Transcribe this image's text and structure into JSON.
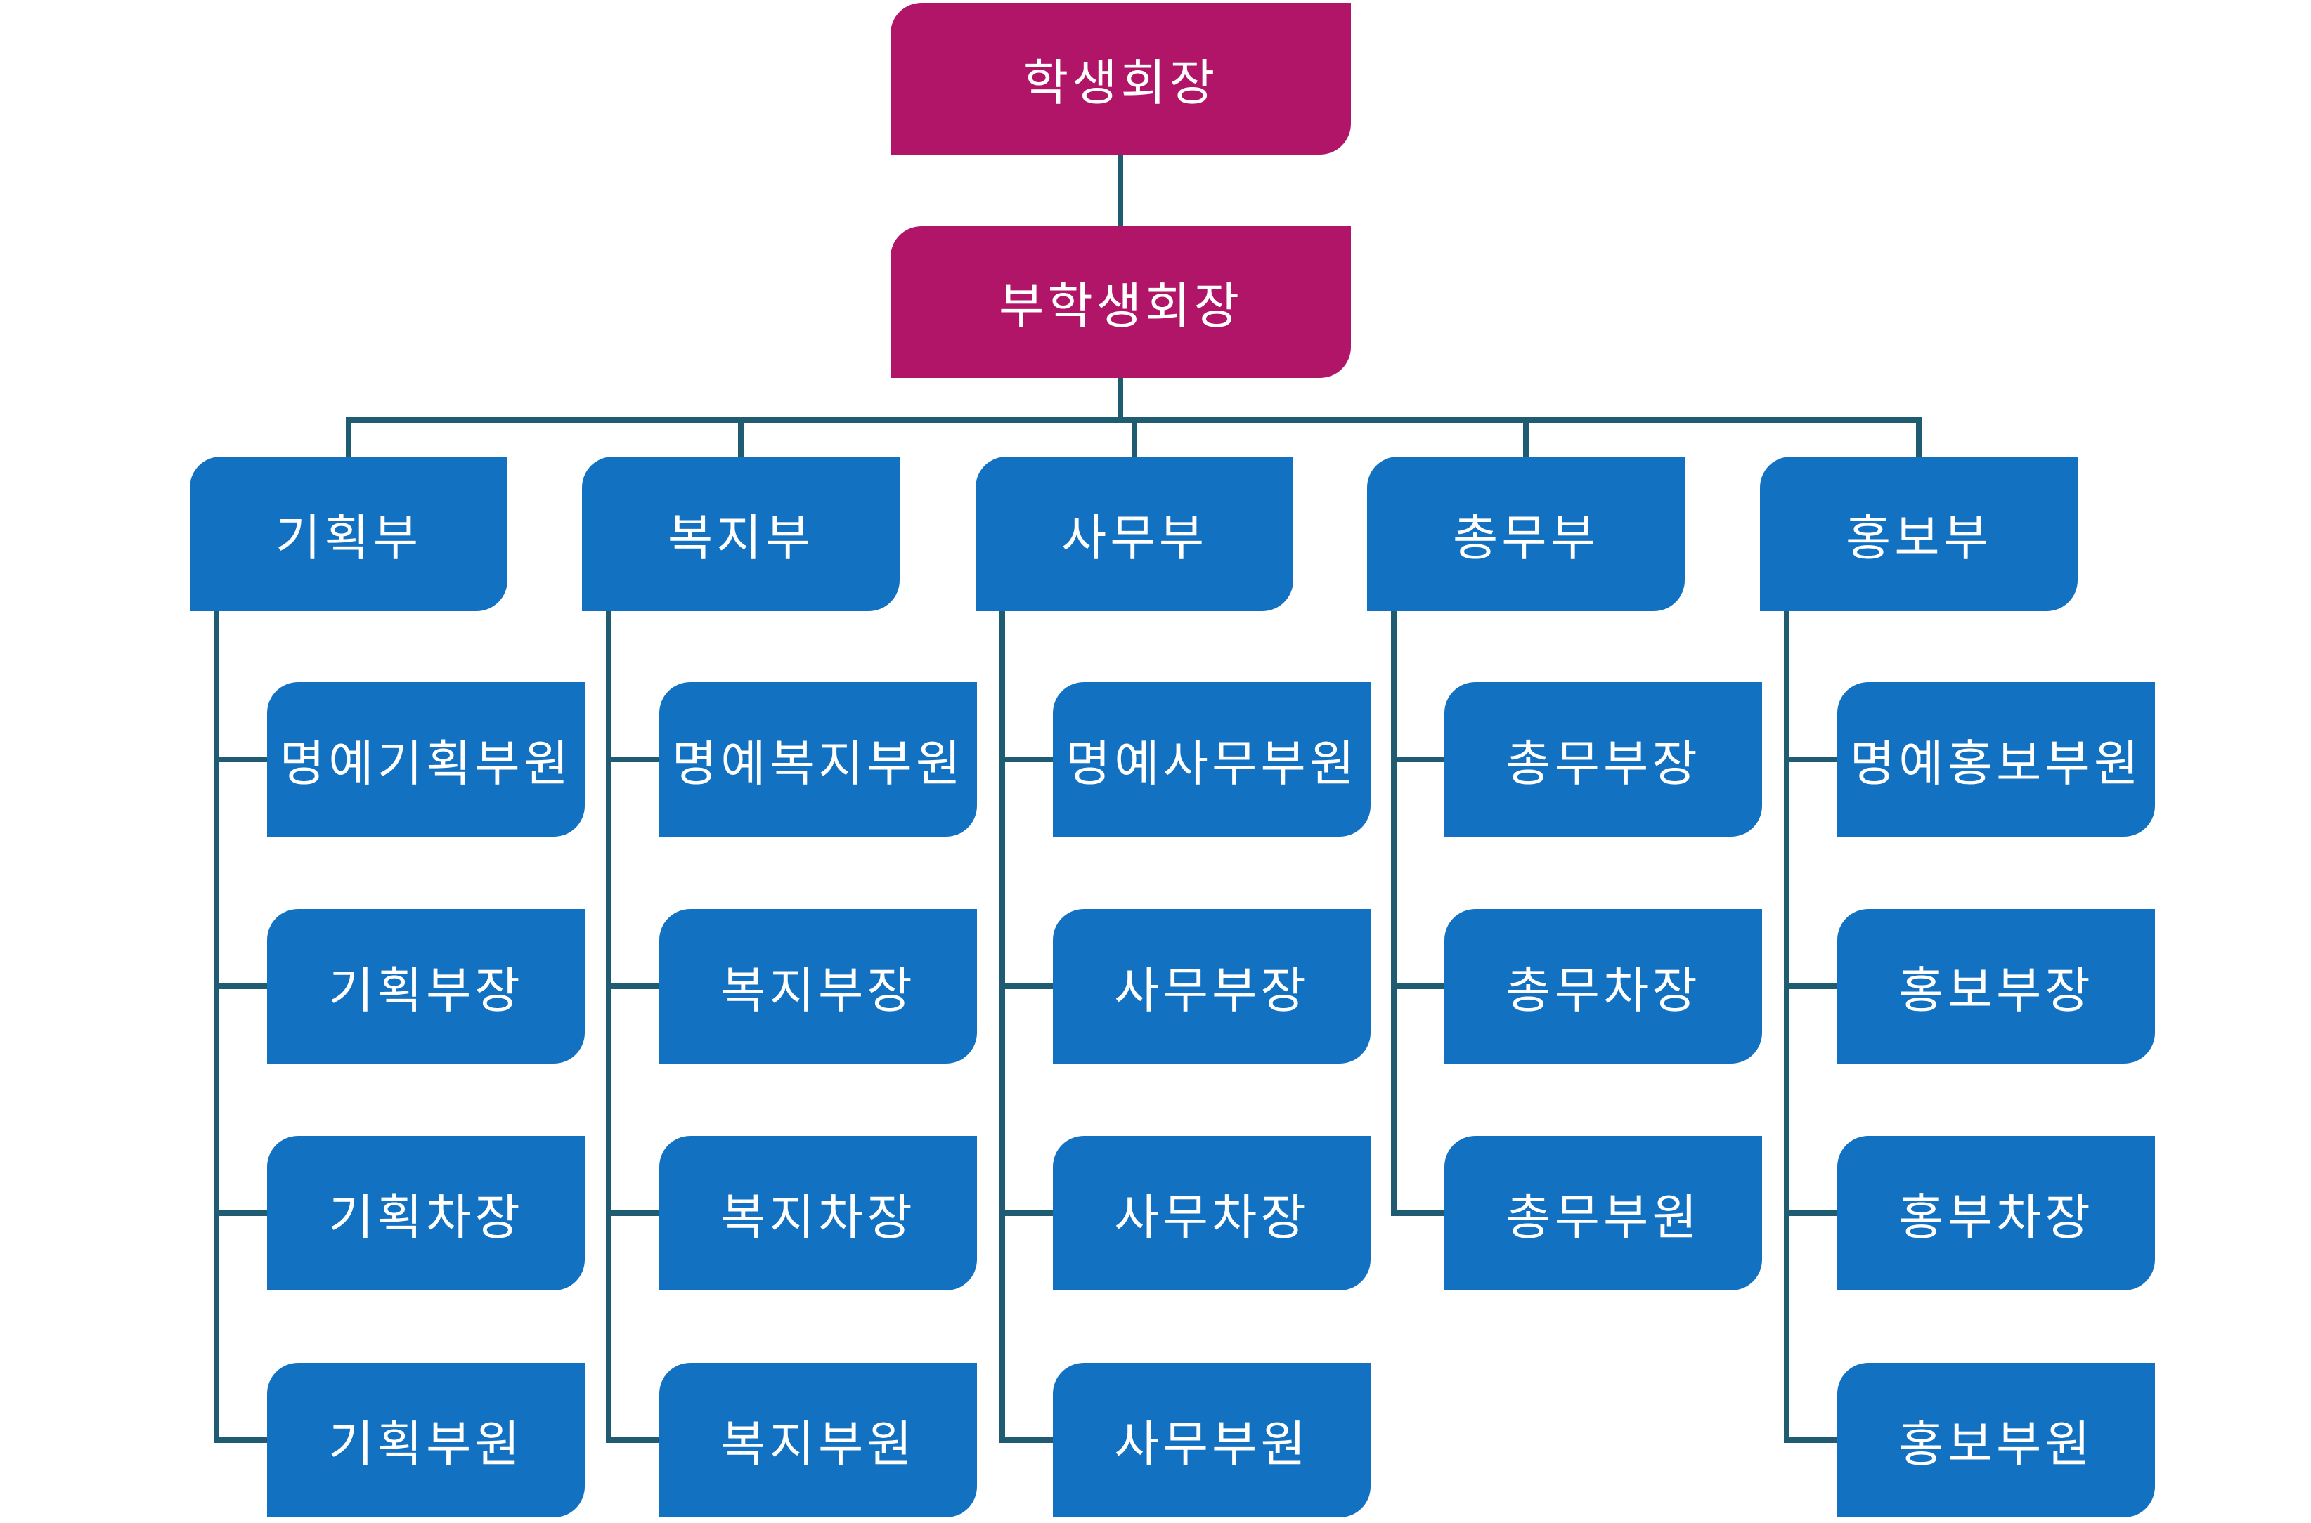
{
  "org_chart": {
    "president": "학생회장",
    "vice_president": "부학생회장",
    "departments": [
      {
        "name": "기획부",
        "members": [
          "명예기획부원",
          "기획부장",
          "기획차장",
          "기획부원"
        ]
      },
      {
        "name": "복지부",
        "members": [
          "명예복지부원",
          "복지부장",
          "복지차장",
          "복지부원"
        ]
      },
      {
        "name": "사무부",
        "members": [
          "명예사무부원",
          "사무부장",
          "사무차장",
          "사무부원"
        ]
      },
      {
        "name": "총무부",
        "members": [
          "총무부장",
          "총무차장",
          "총무부원"
        ]
      },
      {
        "name": "홍보부",
        "members": [
          "명예홍보부원",
          "홍보부장",
          "홍부차장",
          "홍보부원"
        ]
      }
    ],
    "colors": {
      "executive_fill": "#B01568",
      "department_fill": "#1371C2",
      "connector": "#1F5C72",
      "text": "#FFFFFF"
    }
  }
}
